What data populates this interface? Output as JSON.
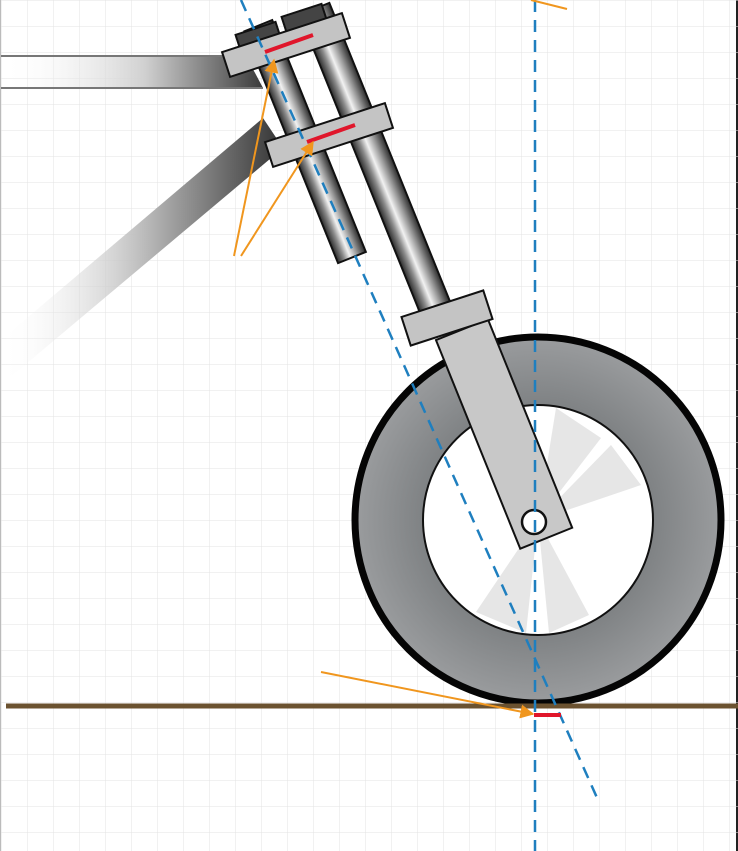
{
  "diagram": {
    "subject": "nose-landing-gear-trail",
    "colors": {
      "grid": "#e3e3e3",
      "ground": "#6b5230",
      "axis_line": "#1f7fbf",
      "annotation_arrow": "#f0961e",
      "marker": "#e0162b",
      "tire": "#8a8c8e",
      "outline": "#111111"
    },
    "callouts": [
      {
        "id": "upper-clamp-marker",
        "type": "arrow"
      },
      {
        "id": "lower-clamp-marker",
        "type": "arrow"
      },
      {
        "id": "trail-marker",
        "type": "arrow"
      }
    ]
  }
}
